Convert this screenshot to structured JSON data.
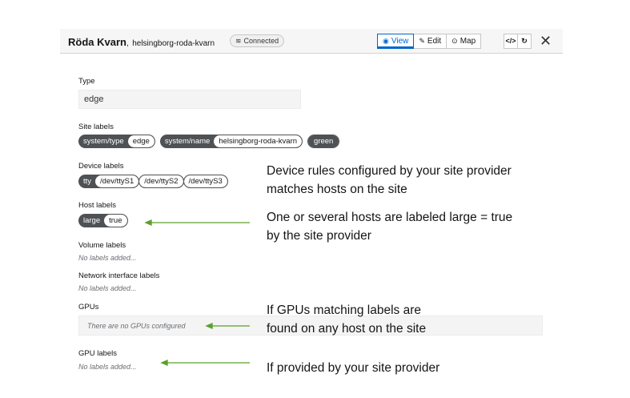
{
  "header": {
    "site_name": "Röda Kvarn",
    "separator": ",",
    "site_id": "helsingborg-roda-kvarn",
    "status": "Connected",
    "tabs": [
      {
        "label": "View",
        "icon": "eye-icon",
        "active": true
      },
      {
        "label": "Edit",
        "icon": "pencil-icon",
        "active": false
      },
      {
        "label": "Map",
        "icon": "map-pin-icon",
        "active": false
      }
    ],
    "code_icon": "</>",
    "refresh_icon": "↻",
    "close_icon": "✕"
  },
  "form": {
    "type_label": "Type",
    "type_value": "edge",
    "site_labels_label": "Site labels",
    "site_labels": [
      {
        "key": "system/type",
        "value": "edge"
      },
      {
        "key": "system/name",
        "value": "helsingborg-roda-kvarn"
      },
      {
        "key": "green",
        "value": ""
      }
    ],
    "device_labels_label": "Device labels",
    "device_labels": {
      "key": "tty",
      "values": [
        "/dev/ttyS1",
        "/dev/ttyS2",
        "/dev/ttyS3"
      ]
    },
    "host_labels_label": "Host labels",
    "host_labels": [
      {
        "key": "large",
        "value": "true"
      }
    ],
    "volume_labels_label": "Volume labels",
    "volume_labels_empty": "No labels added...",
    "network_labels_label": "Network interface labels",
    "network_labels_empty": "No labels added...",
    "gpus_label": "GPUs",
    "gpus_empty": "There are no GPUs configured",
    "gpu_labels_label": "GPU labels",
    "gpu_labels_empty": "No labels added..."
  },
  "annotations": {
    "device_rules": [
      "Device rules configured by your site provider",
      "matches hosts on the site"
    ],
    "host_labels": [
      "One or several hosts are labeled large = true",
      "by the site provider"
    ],
    "gpus": [
      "If GPUs matching labels are",
      "found on any host on the site"
    ],
    "gpu_labels": [
      "If provided by your site provider"
    ]
  },
  "colors": {
    "accent": "#0066cc",
    "chip": "#4f5255",
    "arrow": "#5aa02c"
  }
}
